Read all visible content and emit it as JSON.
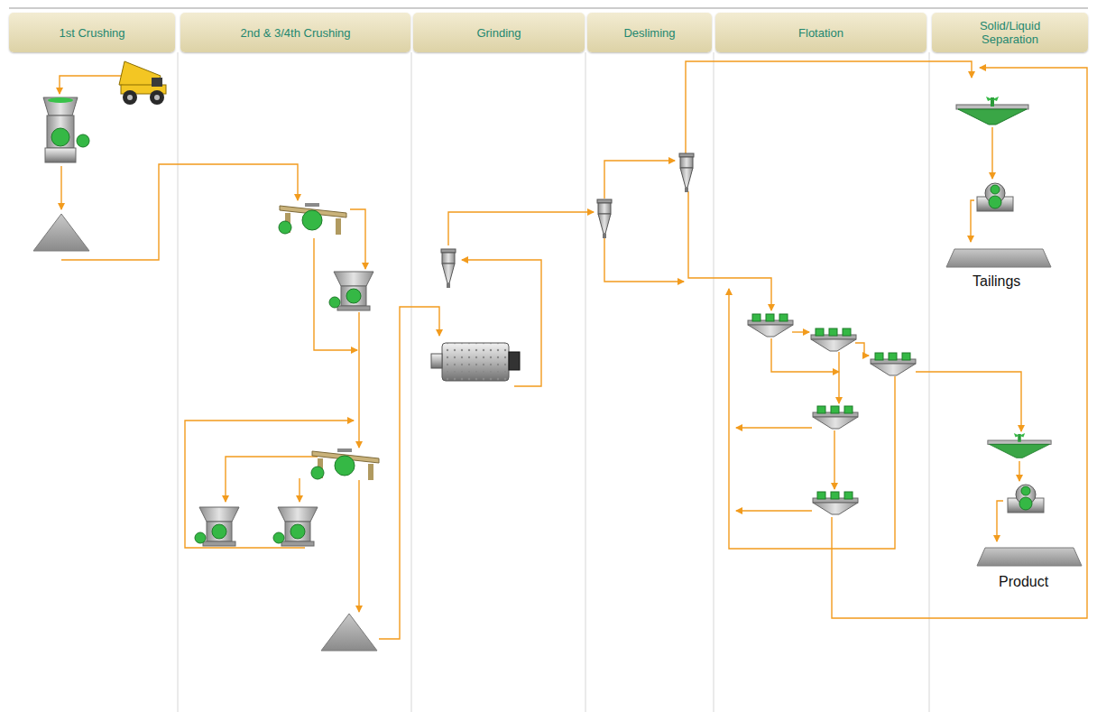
{
  "diagram": {
    "nodes": [
      {
        "text": [
          "1st Crushing"
        ]
      },
      {
        "text": [
          "2nd & 3/4th Crushing"
        ]
      },
      {
        "text": [
          "Grinding"
        ]
      },
      {
        "text": [
          "Desliming"
        ]
      },
      {
        "text": [
          "Flotation"
        ]
      },
      {
        "text": [
          "Solid/Liquid Separation"
        ]
      }
    ],
    "labels": [
      "Tailings",
      "Product"
    ]
  }
}
